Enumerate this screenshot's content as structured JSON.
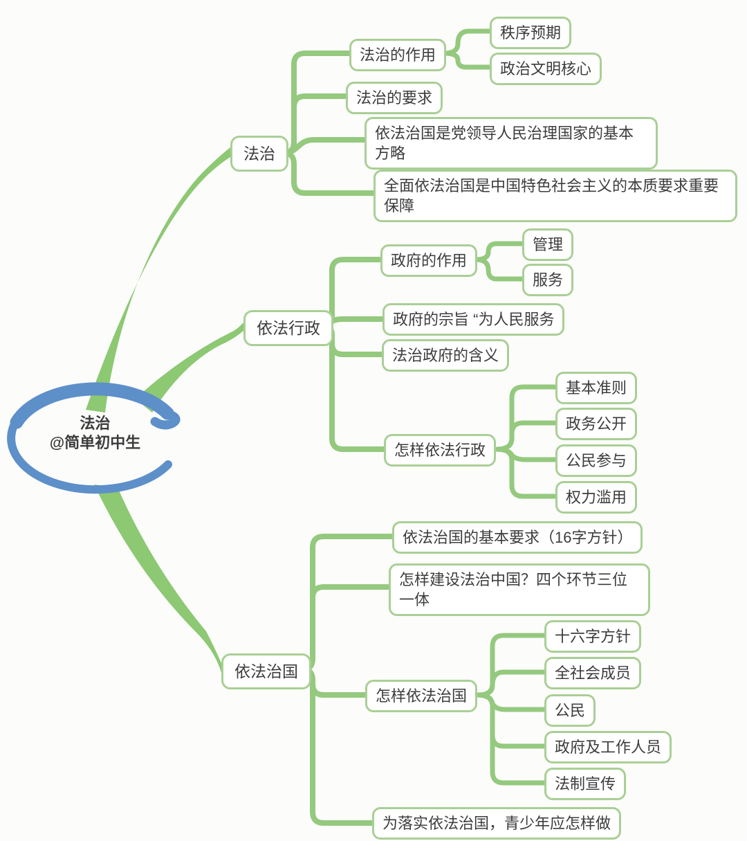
{
  "center": {
    "line1": "法治",
    "line2": "@简单初中生"
  },
  "colors": {
    "trunk_green": "#8dc873",
    "connector_green": "#94c97e",
    "box_border_green": "#a9cf95",
    "center_blue": "#5d8fc9",
    "text": "#3c3c3c",
    "background": "#fcfcfb"
  },
  "branches": [
    {
      "label": "法治",
      "children": [
        {
          "label": "法治的作用",
          "children": [
            {
              "label": "秩序预期"
            },
            {
              "label": "政治文明核心"
            }
          ]
        },
        {
          "label": "法治的要求"
        },
        {
          "label": "依法治国是党领导人民治理国家的基本方略"
        },
        {
          "label": "全面依法治国是中国特色社会主义的本质要求重要保障"
        }
      ]
    },
    {
      "label": "依法行政",
      "children": [
        {
          "label": "政府的作用",
          "children": [
            {
              "label": "管理"
            },
            {
              "label": "服务"
            }
          ]
        },
        {
          "label": "政府的宗旨 “为人民服务"
        },
        {
          "label": "法治政府的含义"
        },
        {
          "label": "怎样依法行政",
          "children": [
            {
              "label": "基本准则"
            },
            {
              "label": "政务公开"
            },
            {
              "label": "公民参与"
            },
            {
              "label": "权力滥用"
            }
          ]
        }
      ]
    },
    {
      "label": "依法治国",
      "children": [
        {
          "label": "依法治国的基本要求（16字方针）"
        },
        {
          "label": "怎样建设法治中国？四个环节三位一体"
        },
        {
          "label": "怎样依法治国",
          "children": [
            {
              "label": "十六字方针"
            },
            {
              "label": "全社会成员"
            },
            {
              "label": "公民"
            },
            {
              "label": "政府及工作人员"
            },
            {
              "label": "法制宣传"
            }
          ]
        },
        {
          "label": "为落实依法治国，青少年应怎样做"
        }
      ]
    }
  ]
}
